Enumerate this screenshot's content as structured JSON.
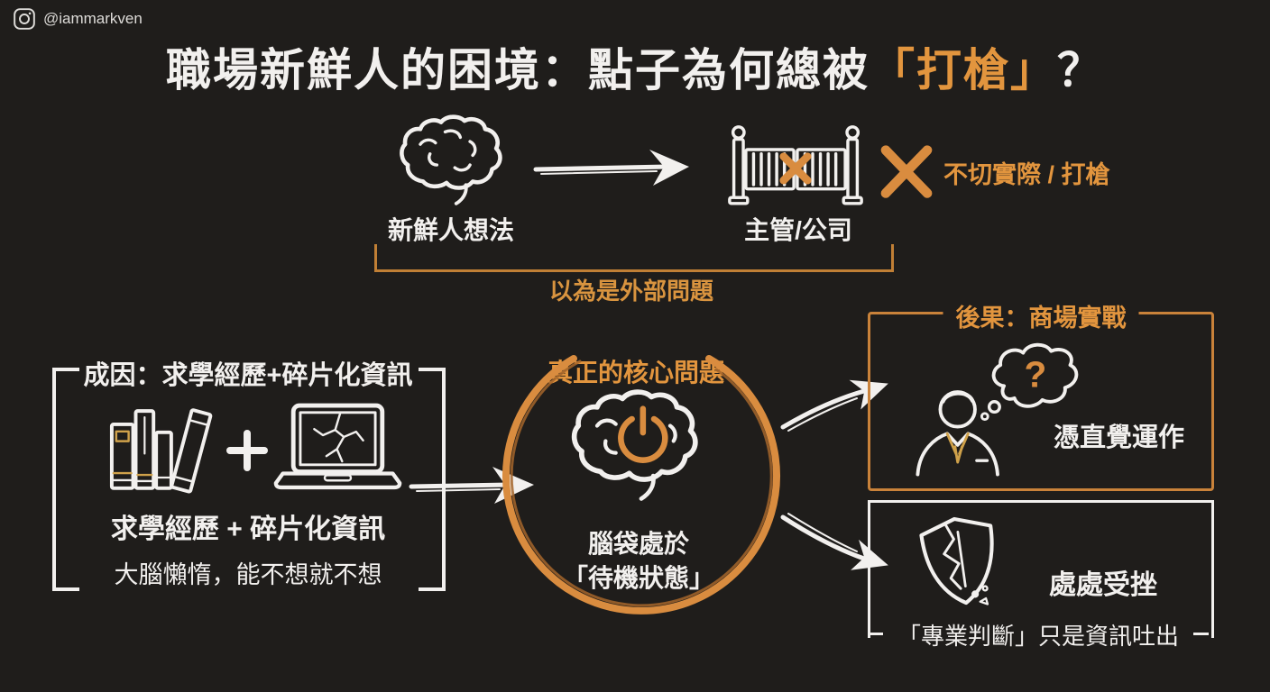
{
  "canvas": {
    "bg": "#1f1d1b",
    "white": "#f2f0ee",
    "accent": "#e2953e",
    "accent_deep": "#c07f35"
  },
  "watermark": {
    "handle": "@iammarkven",
    "icon": "instagram-icon"
  },
  "title": {
    "part1": "職場新鮮人的困境：點子為何總被",
    "accent": "「打槍」",
    "part2": "？"
  },
  "top_flow": {
    "idea_label": "新鮮人想法",
    "manager_label": "主管/公司",
    "rejection_label": "不切實際 / 打槍",
    "bracket_caption": "以為是外部問題",
    "icons": [
      "brain-icon",
      "arrow-right-icon",
      "gate-icon",
      "x-mark-icon"
    ]
  },
  "cause_section": {
    "header": "成因：求學經歷+碎片化資訊",
    "formula": "求學經歷 + 碎片化資訊",
    "footnote": "大腦懶惰，能不想就不想",
    "icons": [
      "books-icon",
      "plus-icon",
      "broken-laptop-icon"
    ]
  },
  "core_section": {
    "title": "真正的核心問題",
    "caption_line1": "腦袋處於",
    "caption_line2": "「待機狀態」",
    "icon": "brain-power-icon"
  },
  "result_top_box": {
    "title": "後果：商場實戰",
    "thought_mark": "?",
    "label": "憑直覺運作",
    "icons": [
      "person-thinking-icon",
      "thought-bubble-icon"
    ]
  },
  "result_bottom_box": {
    "label": "處處受挫",
    "footnote": "「專業判斷」只是資訊吐出",
    "icon": "broken-shield-icon"
  }
}
